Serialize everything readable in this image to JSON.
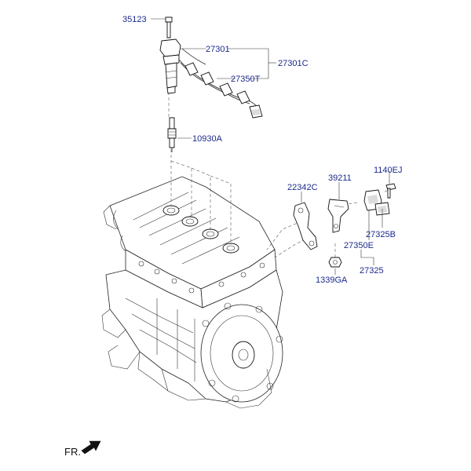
{
  "labels": {
    "bolt_coil": "35123",
    "ignition_coil": "27301",
    "coil_assembly": "27301C",
    "coil_harness": "27350T",
    "spark_plug": "10930A",
    "bracket": "22342C",
    "cam_sensor_bracket": "39211",
    "bolt_sensor": "1140EJ",
    "sensor_cap": "27325B",
    "sensor_harness": "27350E",
    "sensor": "27325",
    "nut": "1339GA"
  },
  "front_marker": "FR."
}
